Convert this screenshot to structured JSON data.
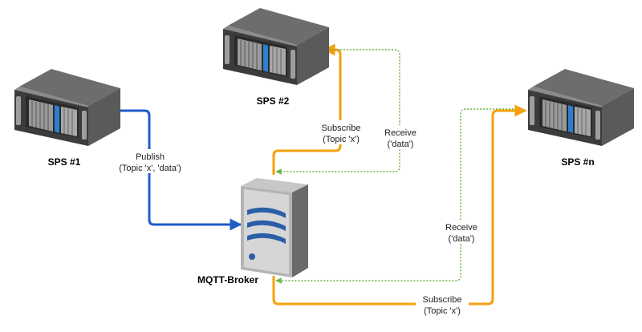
{
  "nodes": {
    "sps1": {
      "label": "SPS #1"
    },
    "sps2": {
      "label": "SPS #2"
    },
    "spsn": {
      "label": "SPS #n"
    },
    "broker": {
      "label": "MQTT-Broker"
    }
  },
  "edges": {
    "publish": {
      "line1": "Publish",
      "line2": "(Topic 'x', 'data')",
      "color": "#1f5cc8"
    },
    "subscribe_sps2": {
      "line1": "Subscribe",
      "line2": "(Topic 'x')",
      "color": "#f5a00c"
    },
    "receive_sps2": {
      "line1": "Receive",
      "line2": "('data')",
      "color": "#6cb33f"
    },
    "receive_spsn": {
      "line1": "Receive",
      "line2": "('data')",
      "color": "#6cb33f"
    },
    "subscribe_spsn": {
      "line1": "Subscribe",
      "line2": "(Topic 'x')",
      "color": "#f5a00c"
    }
  },
  "icons": {
    "rack_server": "rack-server-icon",
    "tower_server": "tower-server-icon"
  }
}
